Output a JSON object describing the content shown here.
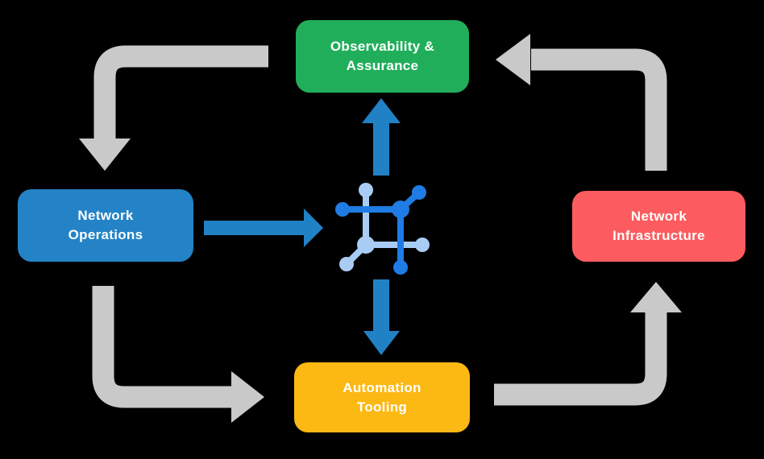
{
  "diagram": {
    "type": "cycle-flow-diagram",
    "background": "#000000",
    "nodes": {
      "observability": {
        "line1": "Observability &",
        "line2": "Assurance",
        "color": "#21AE5B"
      },
      "operations": {
        "line1": "Network",
        "line2": "Operations",
        "color": "#2383C6"
      },
      "infrastructure": {
        "line1": "Network",
        "line2": "Infrastructure",
        "color": "#FC5C5F"
      },
      "automation": {
        "line1": "Automation",
        "line2": "Tooling",
        "color": "#FCB813"
      }
    },
    "colors": {
      "cycle_arrow": "#C9C9C9",
      "flow_arrow": "#2181C5",
      "icon_dark": "#1F7CE4",
      "icon_light": "#A9CCF5",
      "label_text": "#FFFFFF"
    },
    "icons": {
      "center": "network-mesh-icon"
    },
    "arrows": {
      "cycle": [
        "observability-to-operations",
        "operations-to-automation",
        "automation-to-infrastructure",
        "infrastructure-to-observability"
      ],
      "flow": [
        "operations-to-center",
        "center-to-observability",
        "center-to-automation"
      ]
    }
  }
}
